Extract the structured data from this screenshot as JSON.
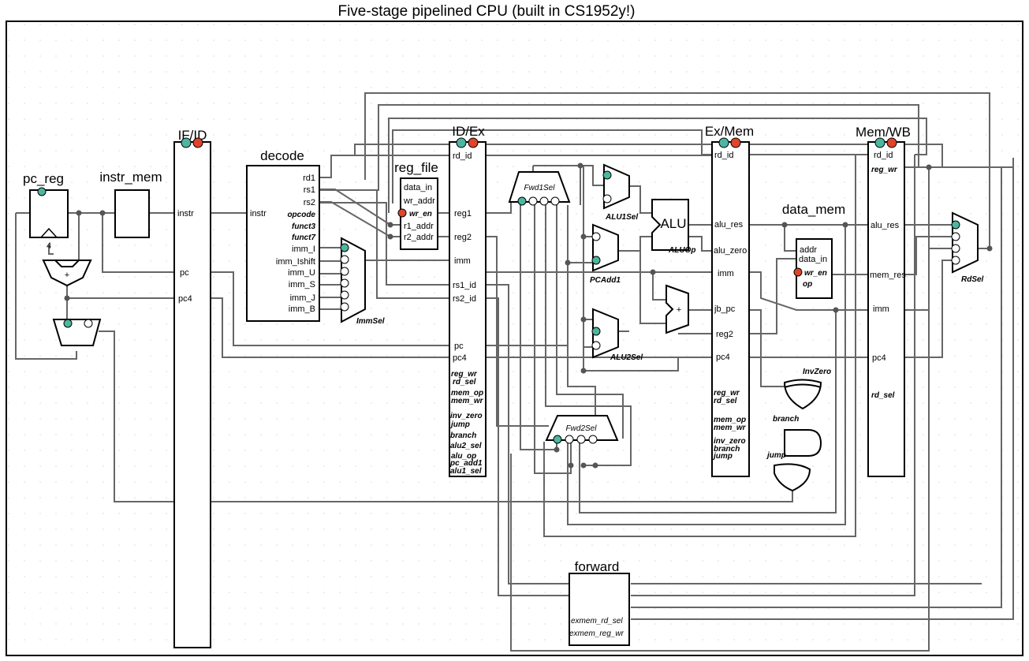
{
  "title": "Five-stage pipelined CPU (built in CS1952y!)",
  "colors": {
    "wire": "#666666",
    "dot": "#4db6a0",
    "red_dot": "#e0442a",
    "border": "#000000"
  },
  "blocks": {
    "pc_reg": "pc_reg",
    "instr_mem": "instr_mem",
    "if_id": "IF/ID",
    "decode": "decode",
    "reg_file": "reg_file",
    "id_ex": "ID/Ex",
    "alu": "ALU",
    "ex_mem": "Ex/Mem",
    "data_mem": "data_mem",
    "mem_wb": "Mem/WB",
    "forward": "forward"
  },
  "const_4": "4",
  "plus": "+",
  "if_id": {
    "instr": "instr",
    "pc": "pc",
    "pc4": "pc4"
  },
  "decode": {
    "instr": "instr",
    "outs": [
      "rd1",
      "rs1",
      "rs2"
    ],
    "outs_bold": [
      "opcode",
      "funct3",
      "funct7"
    ],
    "imms": [
      "imm_I",
      "imm_Ishift",
      "imm_U",
      "imm_S",
      "imm_J",
      "imm_B"
    ]
  },
  "reg_file": {
    "data_in": "data_in",
    "wr_addr": "wr_addr",
    "wr_en": "wr_en",
    "r1_addr": "r1_addr",
    "r2_addr": "r2_addr"
  },
  "id_ex": {
    "ports": [
      "rd_id",
      "reg1",
      "reg2",
      "imm",
      "rs1_id",
      "rs2_id",
      "pc",
      "pc4"
    ],
    "ctrl": [
      "reg_wr",
      "rd_sel",
      "mem_op",
      "mem_wr",
      "inv_zero",
      "jump",
      "branch",
      "alu2_sel",
      "alu_op",
      "pc_add1",
      "alu1_sel"
    ]
  },
  "ex_mem": {
    "ports": [
      "rd_id",
      "alu_res",
      "alu_zero",
      "imm",
      "jb_pc",
      "reg2",
      "pc4"
    ],
    "ctrl": [
      "reg_wr",
      "rd_sel",
      "mem_op",
      "mem_wr",
      "inv_zero",
      "branch",
      "jump"
    ]
  },
  "data_mem": {
    "addr": "addr",
    "data_in": "data_in",
    "wr_en": "wr_en",
    "op": "op"
  },
  "mem_wb": {
    "ports": [
      "rd_id",
      "alu_res",
      "mem_res",
      "imm",
      "pc4"
    ],
    "ctrl": [
      "reg_wr",
      "rd_sel"
    ]
  },
  "forward": {
    "ctrl": [
      "exmem_rd_sel",
      "exmem_reg_wr"
    ]
  },
  "mux_labels": {
    "imm_sel": "ImmSel",
    "fwd1": "Fwd1Sel",
    "fwd2": "Fwd2Sel",
    "alu1": "ALU1Sel",
    "pcadd1": "PCAdd1",
    "alu2": "ALU2Sel",
    "alu_op": "ALUOp",
    "rd_sel": "RdSel",
    "inv_zero": "InvZero",
    "branch": "branch",
    "jump": "jump"
  }
}
